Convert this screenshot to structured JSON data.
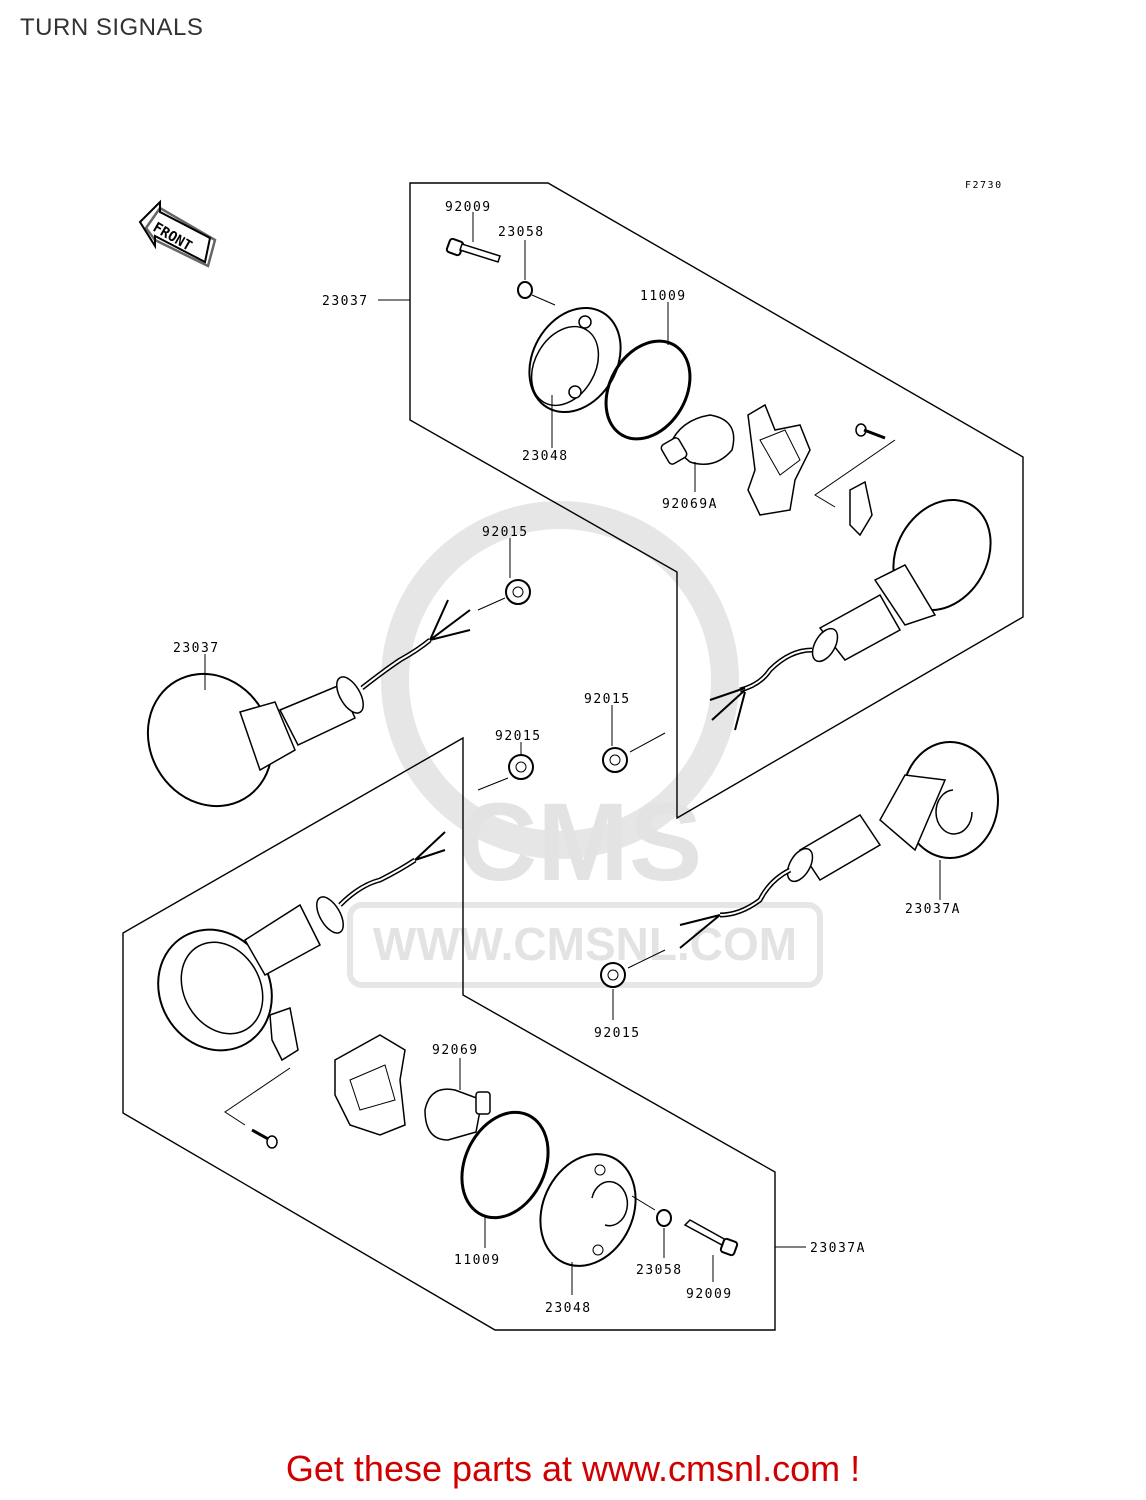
{
  "title": "TURN SIGNALS",
  "figure_code": "F2730",
  "front_label": "FRONT",
  "watermark": {
    "brand": "CMS",
    "url": "WWW.CMSNL.COM"
  },
  "labels": {
    "bolt_top": "92009",
    "washer_top": "23058",
    "assembly_right_top": "23037",
    "ring_top": "11009",
    "lens_top": "23048",
    "bulb_top": "92069A",
    "nut_1": "92015",
    "assembly_left": "23037",
    "nut_2": "92015",
    "nut_3": "92015",
    "assembly_right_bottom": "23037A",
    "nut_4": "92015",
    "bulb_bottom": "92069",
    "ring_bottom": "11009",
    "washer_bottom": "23058",
    "lens_bottom": "23048",
    "bolt_bottom": "92009",
    "assembly_bottom": "23037A"
  },
  "footer": {
    "cta": "Get these parts at www.cmsnl.com !"
  },
  "colors": {
    "cta": "#d00000",
    "line": "#000000",
    "watermark": "#e3e3e3"
  }
}
